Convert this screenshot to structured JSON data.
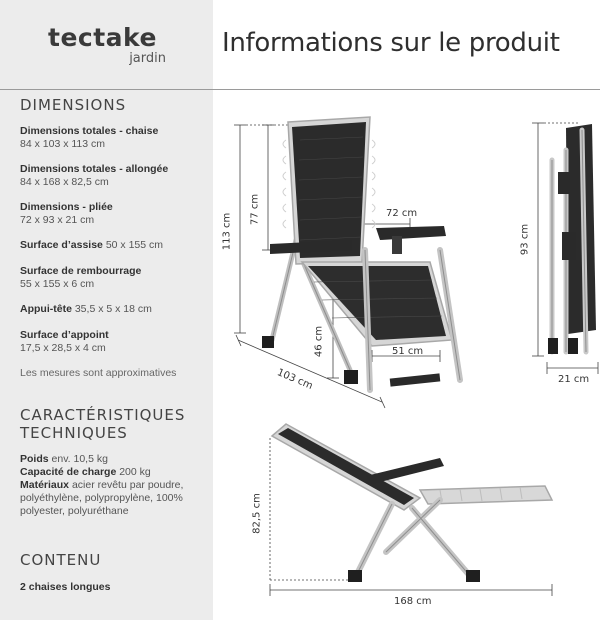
{
  "brand": {
    "name": "tectake",
    "subline": "jardin"
  },
  "page_title": "Informations sur le produit",
  "dimensions": {
    "title": "DIMENSIONS",
    "items": [
      {
        "label": "Dimensions totales - chaise",
        "value": "84 x 103 x 113 cm"
      },
      {
        "label": "Dimensions totales - allongée",
        "value": "84 x 168 x 82,5 cm"
      },
      {
        "label": "Dimensions - pliée",
        "value": "72 x 93 x 21 cm"
      },
      {
        "label": "Surface d’assise",
        "value": "50 x 155 cm"
      },
      {
        "label": "Surface de rembourrage",
        "value": "55 x 155 x 6 cm"
      },
      {
        "label": "Appui-tête",
        "value": "35,5 x 5 x 18 cm"
      },
      {
        "label": "Surface d’appoint",
        "value": "17,5 x 28,5 x 4 cm"
      }
    ],
    "note": "Les mesures sont approximatives"
  },
  "characteristics": {
    "title_line1": "CARACTÉRISTIQUES",
    "title_line2": "TECHNIQUES",
    "weight_label": "Poids",
    "weight_value": "env. 10,5 kg",
    "load_label": "Capacité de charge",
    "load_value": "200 kg",
    "materials_label": "Matériaux",
    "materials_value": "acier revêtu par poudre, polyéthylène, polypropylène, 100% polyester, polyuréthane"
  },
  "contents": {
    "title": "CONTENU",
    "value": "2 chaises longues"
  },
  "measurements": {
    "height_total": "113 cm",
    "height_back": "77 cm",
    "armrest_width": "72 cm",
    "seat_height": "46 cm",
    "seat_width": "51 cm",
    "depth": "103 cm",
    "folded_height": "93 cm",
    "folded_depth": "21 cm",
    "reclined_height": "82,5 cm",
    "reclined_length": "168 cm"
  }
}
